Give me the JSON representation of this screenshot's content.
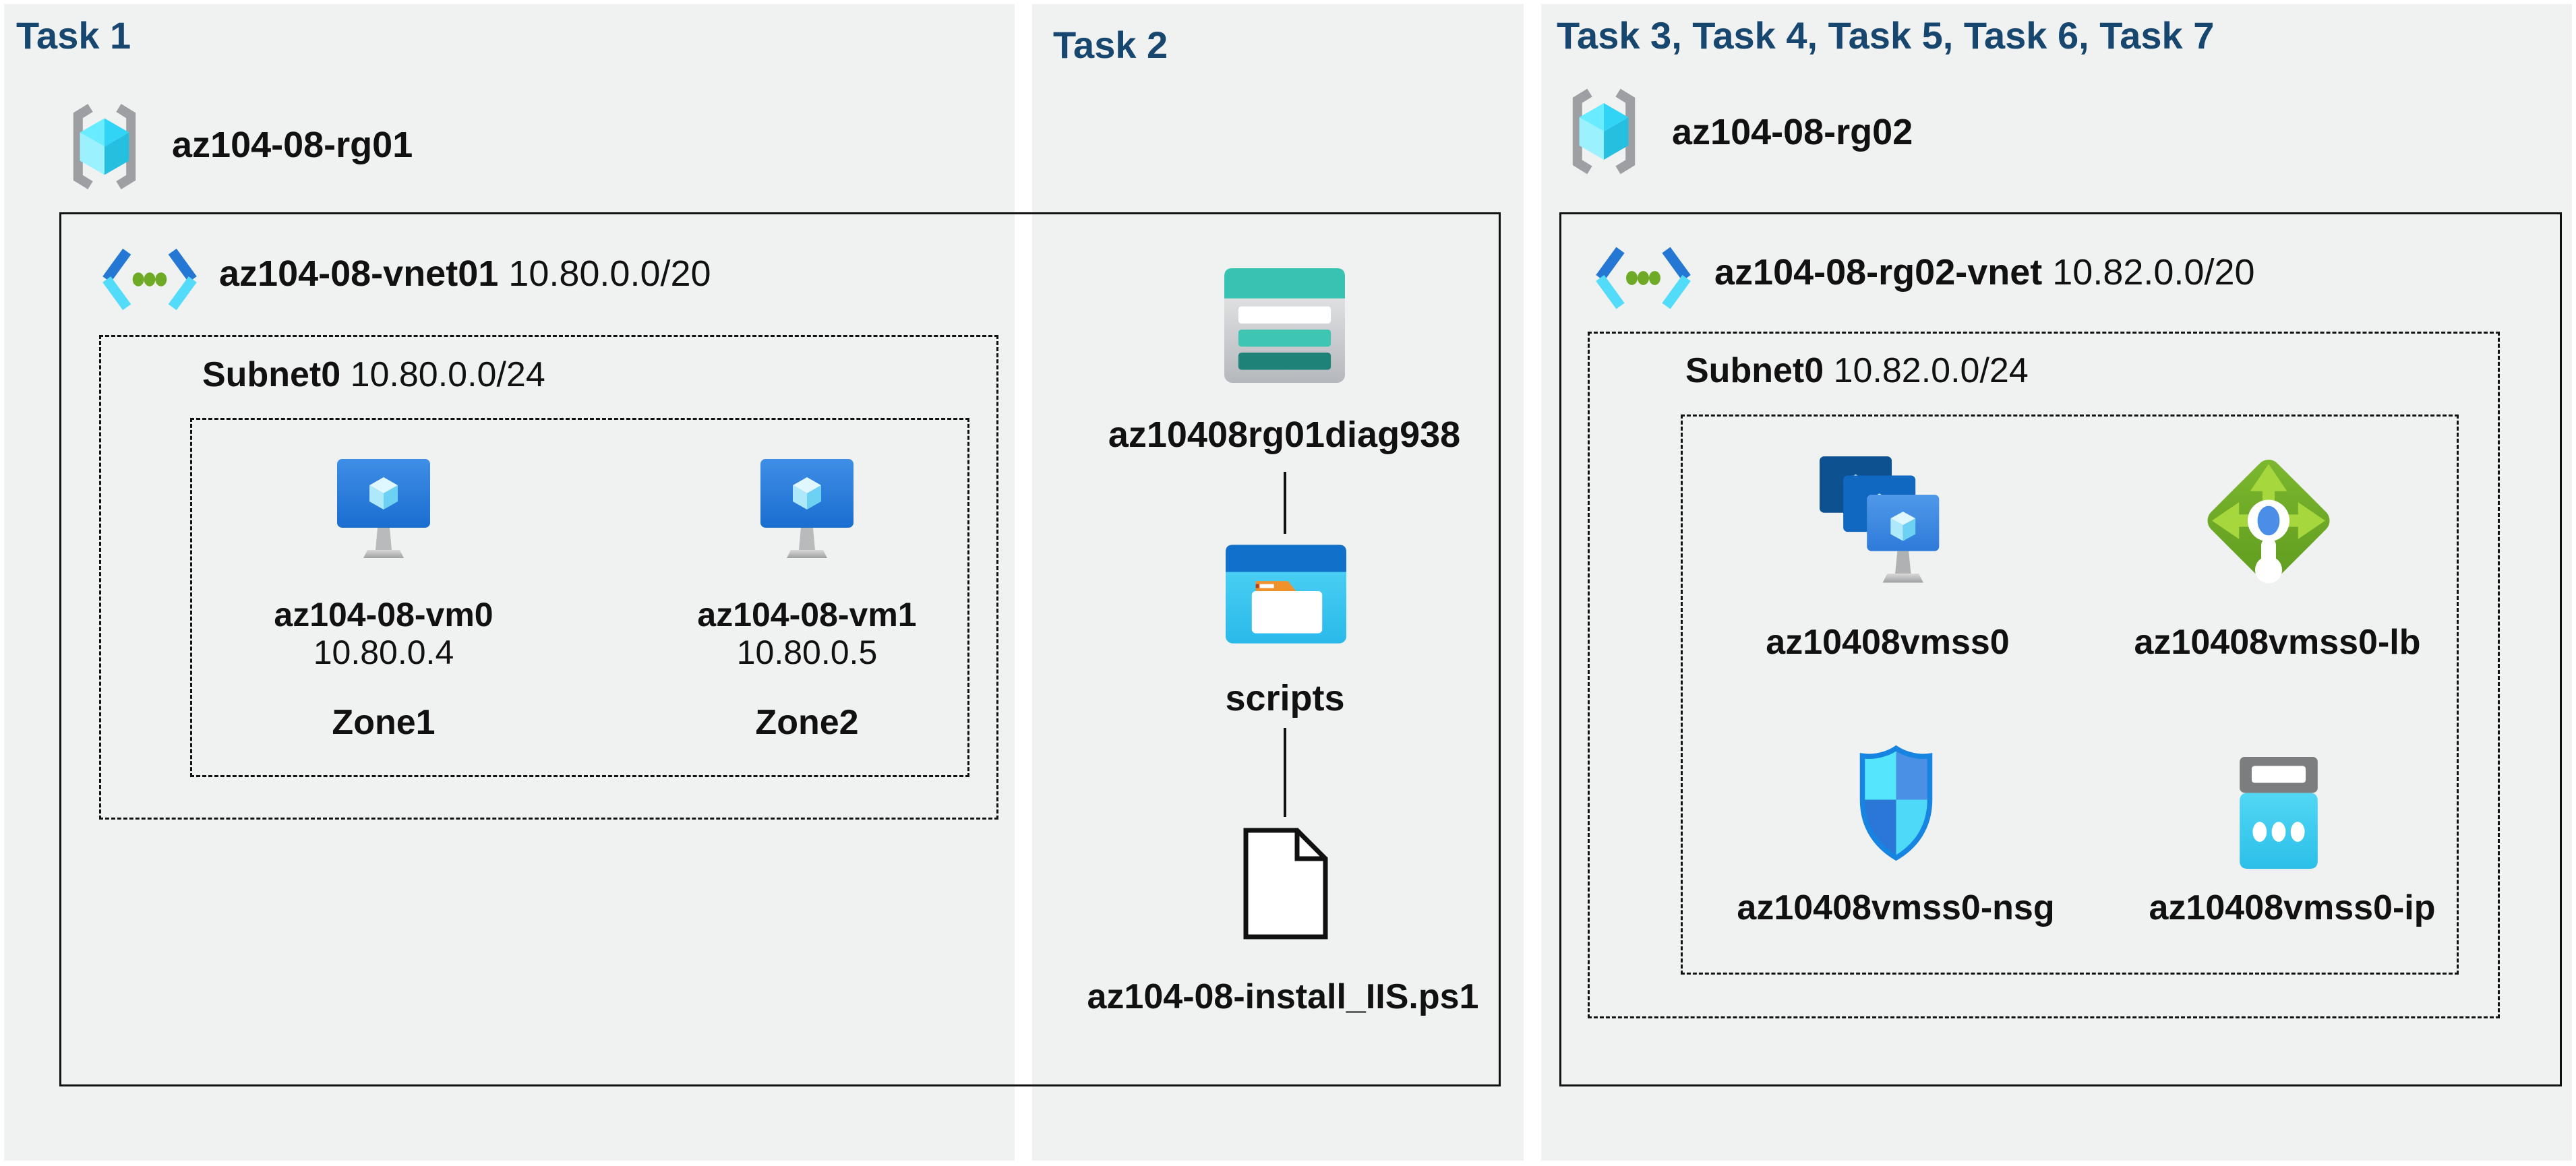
{
  "columns": {
    "task1": {
      "header": "Task 1"
    },
    "task2": {
      "header": "Task 2"
    },
    "task3": {
      "header": "Task 3, Task 4, Task 5, Task 6, Task 7"
    }
  },
  "resource_groups": {
    "rg01": {
      "name": "az104-08-rg01"
    },
    "rg02": {
      "name": "az104-08-rg02"
    }
  },
  "vnet1": {
    "name": "az104-08-vnet01",
    "cidr": "10.80.0.0/20",
    "subnet": {
      "name": "Subnet0",
      "cidr": "10.80.0.0/24"
    },
    "vms": [
      {
        "name": "az104-08-vm0",
        "ip": "10.80.0.4",
        "zone": "Zone1"
      },
      {
        "name": "az104-08-vm1",
        "ip": "10.80.0.5",
        "zone": "Zone2"
      }
    ]
  },
  "task2_items": {
    "storage_account": "az10408rg01diag938",
    "container": "scripts",
    "script_file": "az104-08-install_IIS.ps1"
  },
  "vnet2": {
    "name": "az104-08-rg02-vnet",
    "cidr": "10.82.0.0/20",
    "subnet": {
      "name": "Subnet0",
      "cidr": "10.82.0.0/24"
    },
    "resources": [
      {
        "name": "az10408vmss0"
      },
      {
        "name": "az10408vmss0-lb"
      },
      {
        "name": "az10408vmss0-nsg"
      },
      {
        "name": "az10408vmss0-ip"
      }
    ]
  },
  "colors": {
    "header_text": "#17466f",
    "panel_background": "#f0f1f1",
    "box_border": "#111111",
    "azure_blue": "#1172c8",
    "azure_cyan": "#50e6ff",
    "vnet_green_dots": "#6faa26",
    "load_balancer_green": "#76bc2d",
    "storage_teal": "#37c2b1",
    "folder_orange": "#f0922c",
    "monitor_gray": "#9fa0a2"
  }
}
